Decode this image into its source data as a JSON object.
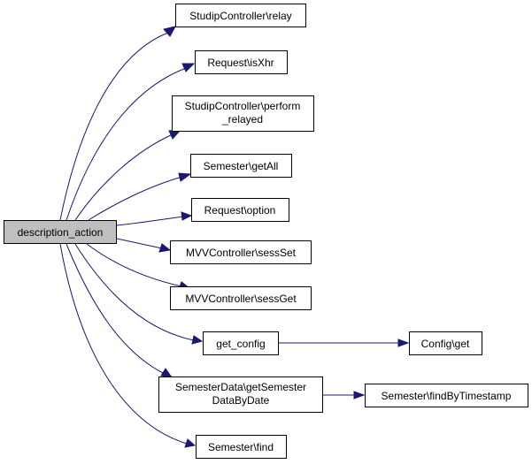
{
  "nodes": {
    "root": "description_action",
    "relay": "StudipController\\relay",
    "isxhr": "Request\\isXhr",
    "perform_line1": "StudipController\\perform",
    "perform_line2": "_relayed",
    "getall": "Semester\\getAll",
    "option": "Request\\option",
    "sessset": "MVVController\\sessSet",
    "sessget": "MVVController\\sessGet",
    "get_config": "get_config",
    "config_get": "Config\\get",
    "semdata_line1": "SemesterData\\getSemester",
    "semdata_line2": "DataByDate",
    "findbyts": "Semester\\findByTimestamp",
    "find": "Semester\\find"
  },
  "colors": {
    "edge": "#191970",
    "root_fill": "#bfbfbf",
    "node_fill": "#ffffff",
    "border": "#000000"
  }
}
